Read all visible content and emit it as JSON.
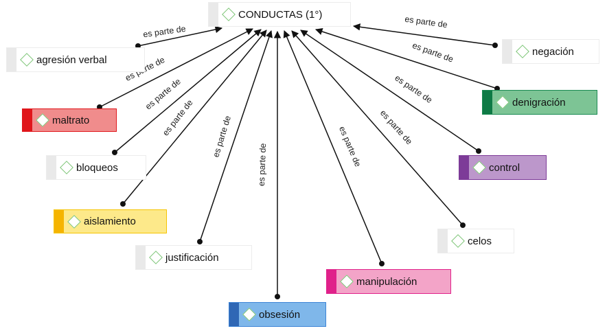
{
  "relation_label": "es parte de",
  "central": {
    "label": "CONDUCTAS (1°)"
  },
  "nodes": [
    {
      "id": "agresion-verbal",
      "label": "agresión verbal",
      "style": "plain"
    },
    {
      "id": "maltrato",
      "label": "maltrato",
      "style": "colored",
      "fill": "#f08c8c",
      "stripe": "#e0161b",
      "border": "#e0161b"
    },
    {
      "id": "bloqueos",
      "label": "bloqueos",
      "style": "plain"
    },
    {
      "id": "aislamiento",
      "label": "aislamiento",
      "style": "colored",
      "fill": "#fde98a",
      "stripe": "#f5b400",
      "border": "#f5c400"
    },
    {
      "id": "justificacion",
      "label": "justificación",
      "style": "plain"
    },
    {
      "id": "obsesion",
      "label": "obsesión",
      "style": "colored",
      "fill": "#7fb7ea",
      "stripe": "#2f67b5",
      "border": "#3d84d6"
    },
    {
      "id": "manipulacion",
      "label": "manipulación",
      "style": "colored",
      "fill": "#f3a4c8",
      "stripe": "#e0218a",
      "border": "#e0218a"
    },
    {
      "id": "celos",
      "label": "celos",
      "style": "plain"
    },
    {
      "id": "control",
      "label": "control",
      "style": "colored",
      "fill": "#bc97cb",
      "stripe": "#7d3b98",
      "border": "#7d3b98"
    },
    {
      "id": "denigracion",
      "label": "denigración",
      "style": "colored",
      "fill": "#7dc495",
      "stripe": "#0e7a45",
      "border": "#1a8a52"
    },
    {
      "id": "negacion",
      "label": "negación",
      "style": "plain"
    }
  ]
}
